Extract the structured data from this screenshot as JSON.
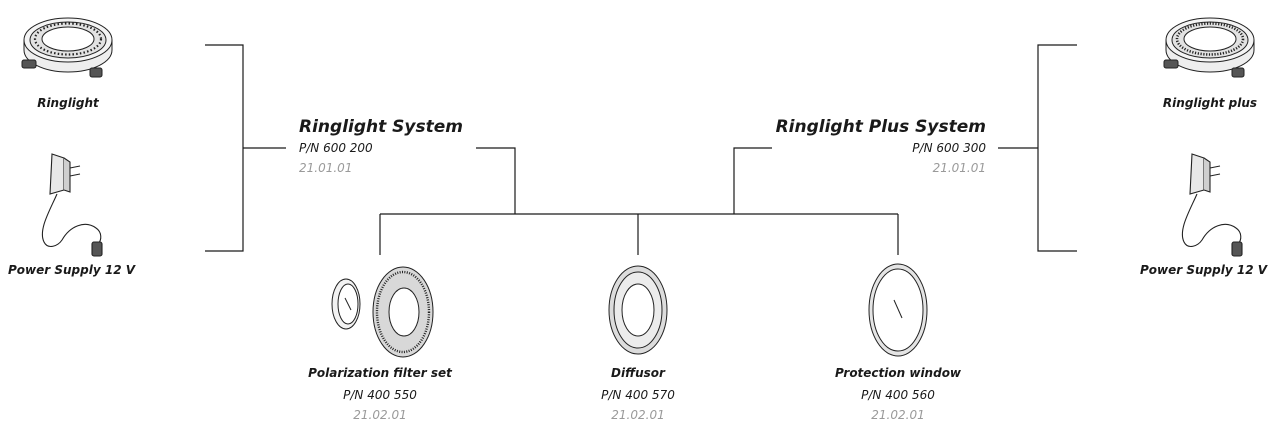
{
  "left_system": {
    "title": "Ringlight System",
    "part_number": "P/N 600 200",
    "date_code": "21.01.01",
    "component_top": "Ringlight",
    "component_bottom": "Power Supply 12 V"
  },
  "right_system": {
    "title": "Ringlight Plus System",
    "part_number": "P/N 600 300",
    "date_code": "21.01.01",
    "component_top": "Ringlight plus",
    "component_bottom": "Power Supply 12 V"
  },
  "accessories": [
    {
      "name": "Polarization filter set",
      "part_number": "P/N 400 550",
      "date_code": "21.02.01",
      "icon": "polarization-filter-set-icon"
    },
    {
      "name": "Diffusor",
      "part_number": "P/N 400 570",
      "date_code": "21.02.01",
      "icon": "diffusor-icon"
    },
    {
      "name": "Protection window",
      "part_number": "P/N 400 560",
      "date_code": "21.02.01",
      "icon": "protection-window-icon"
    }
  ],
  "colors": {
    "line": "#1a1a1a",
    "text": "#1a1a1a",
    "date_text": "#9a9a9a"
  }
}
